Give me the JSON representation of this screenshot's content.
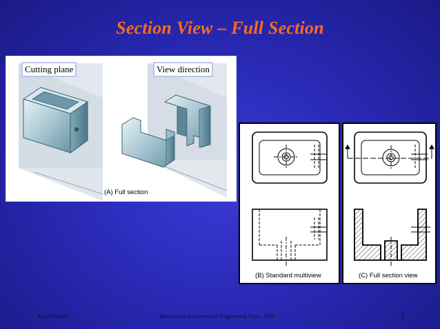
{
  "slide": {
    "title": "Section View – Full Section",
    "footer_left": "Ken Youssefi",
    "footer_center": "Mechanical and Aerospace Engineering Dept., SJSU",
    "page_number": "3"
  },
  "figure_a": {
    "label_left": "Cutting plane",
    "label_right": "View direction",
    "caption": "(A)  Full section"
  },
  "figure_b": {
    "caption": "(B)  Standard multiview"
  },
  "figure_c": {
    "caption": "(C)  Full section view"
  },
  "colors": {
    "title": "#ff6a1a",
    "background": "#2a2ab8",
    "label_border": "#b9c6e8"
  }
}
